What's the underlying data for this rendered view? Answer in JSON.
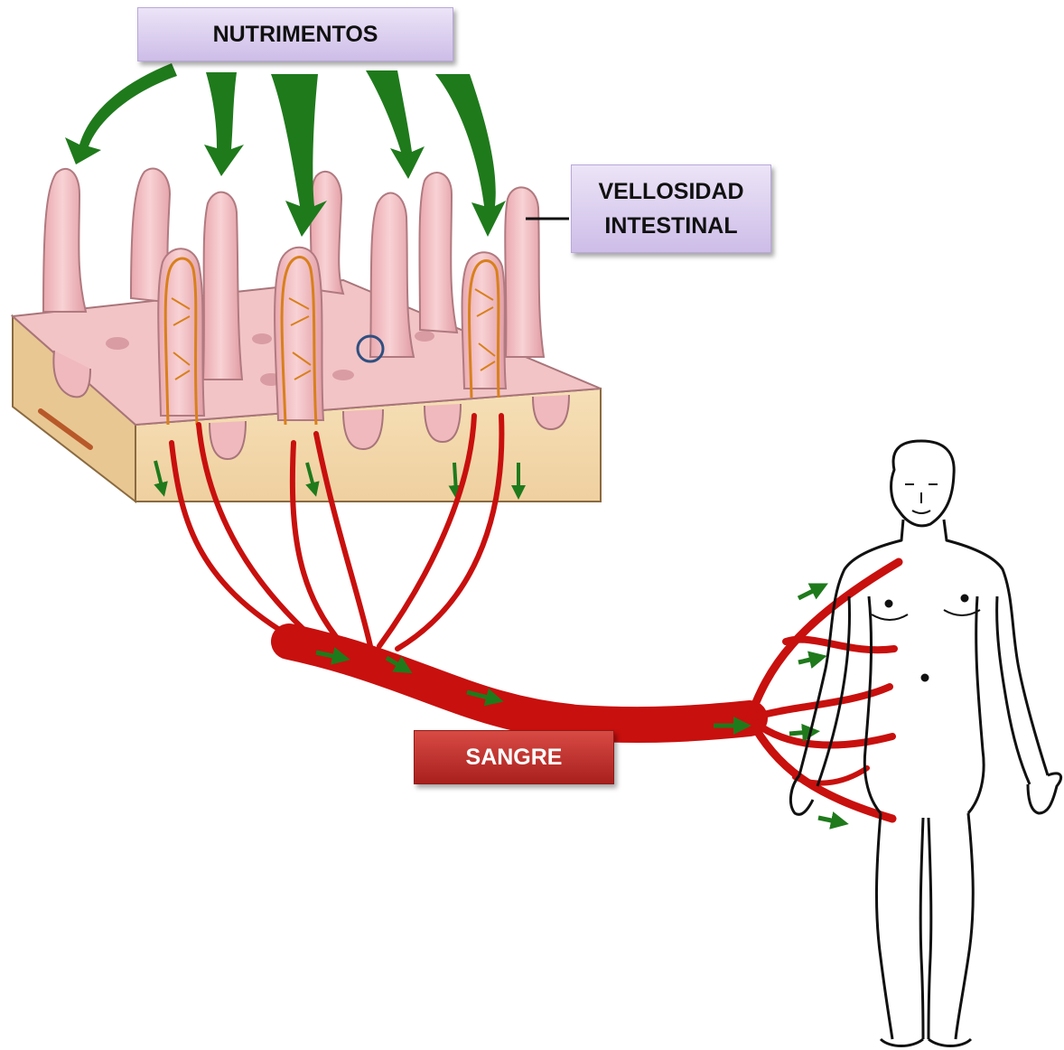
{
  "labels": {
    "nutrients": "NUTRIMENTOS",
    "villus": "VELLOSIDAD\nINTESTINAL",
    "blood": "SANGRE"
  },
  "colors": {
    "nutrient_arrow": "#1f7a1c",
    "blood_vessel": "#c8100e",
    "villus_fill": "#efb9bd",
    "tissue_fill": "#f4dbb0",
    "capillary": "#d9801c",
    "label_bg": "#d8cbef",
    "blood_label_bg": "#c0302b"
  },
  "icons": [
    "nutrient-arrow-icon",
    "blood-flow-arrow-icon",
    "human-body-outline"
  ]
}
